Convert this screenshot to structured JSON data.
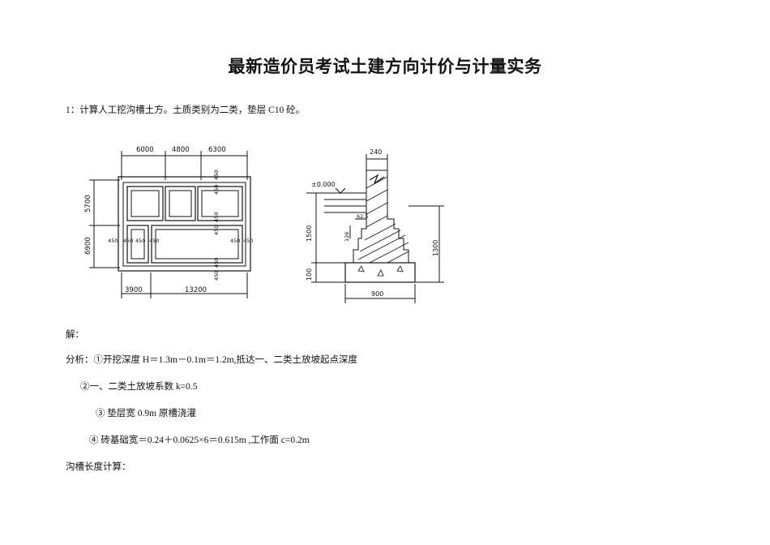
{
  "title": "最新造价员考试土建方向计价与计量实务",
  "question": "1：计算人工挖沟槽土方。土质类别为二类，垫层 C10 砼。",
  "plan": {
    "top_dims": [
      "6000",
      "4800",
      "6300"
    ],
    "bottom_dims": [
      "3900",
      "13200"
    ],
    "left_dims": [
      "5700",
      "6900"
    ],
    "w450": "450"
  },
  "section": {
    "top_width": "240",
    "level": "±0.000",
    "step": "62.5",
    "step_h": "126",
    "h1500": "1500",
    "h100": "100",
    "h1300": "1300",
    "bottom_width": "900"
  },
  "solution": "解：",
  "analysis": [
    "分析：①开挖深度 H＝1.3m－0.1m＝1.2m,抵达一、二类土放坡起点深度",
    "②一、二类土放坡系数 k=0.5",
    "③ 垫层宽 0.9m 原槽浇灌",
    "④ 砖基础宽＝0.24＋0.0625×6＝0.615m ,工作面 c=0.2m"
  ],
  "trench_length": "沟槽长度计算："
}
